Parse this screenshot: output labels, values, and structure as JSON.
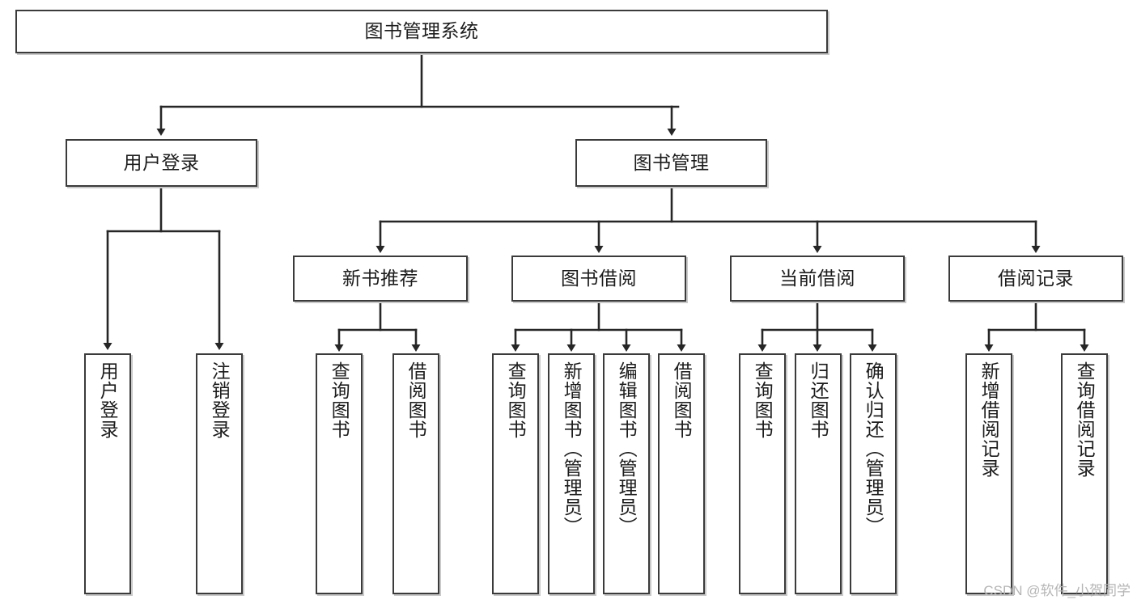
{
  "diagram": {
    "title": "图书管理系统",
    "type": "hierarchy-tree",
    "watermark": "CSDN @软件_小贺同学",
    "colors": {
      "box_border": "#3b3b3b",
      "box_fill": "#ffffff",
      "box_shadow": "#c9c9c9",
      "edge": "#262626",
      "text": "#1c1c1c",
      "watermark": "#b5b5b5",
      "background": "#ffffff"
    },
    "levels": [
      {
        "level": 1,
        "nodes": [
          {
            "id": "root",
            "label": "图书管理系统",
            "orientation": "horizontal"
          }
        ]
      },
      {
        "level": 2,
        "nodes": [
          {
            "id": "login",
            "label": "用户登录",
            "orientation": "horizontal",
            "parent": "root"
          },
          {
            "id": "bookmgmt",
            "label": "图书管理",
            "orientation": "horizontal",
            "parent": "root"
          }
        ]
      },
      {
        "level": 3,
        "nodes": [
          {
            "id": "newbook",
            "label": "新书推荐",
            "orientation": "horizontal",
            "parent": "bookmgmt"
          },
          {
            "id": "borrow",
            "label": "图书借阅",
            "orientation": "horizontal",
            "parent": "bookmgmt"
          },
          {
            "id": "current",
            "label": "当前借阅",
            "orientation": "horizontal",
            "parent": "bookmgmt"
          },
          {
            "id": "record",
            "label": "借阅记录",
            "orientation": "horizontal",
            "parent": "bookmgmt"
          }
        ]
      },
      {
        "level": 4,
        "nodes": [
          {
            "id": "leaf1",
            "label": "用户登录",
            "orientation": "vertical",
            "parent": "login"
          },
          {
            "id": "leaf2",
            "label": "注销登录",
            "orientation": "vertical",
            "parent": "login"
          },
          {
            "id": "leaf3",
            "label": "查询图书",
            "orientation": "vertical",
            "parent": "newbook"
          },
          {
            "id": "leaf4",
            "label": "借阅图书",
            "orientation": "vertical",
            "parent": "newbook"
          },
          {
            "id": "leaf5",
            "label": "查询图书",
            "orientation": "vertical",
            "parent": "borrow"
          },
          {
            "id": "leaf6",
            "label": "新增图书（管理员）",
            "orientation": "vertical",
            "parent": "borrow"
          },
          {
            "id": "leaf7",
            "label": "编辑图书（管理员）",
            "orientation": "vertical",
            "parent": "borrow"
          },
          {
            "id": "leaf8",
            "label": "借阅图书",
            "orientation": "vertical",
            "parent": "borrow"
          },
          {
            "id": "leaf9",
            "label": "查询图书",
            "orientation": "vertical",
            "parent": "current"
          },
          {
            "id": "leaf10",
            "label": "归还图书",
            "orientation": "vertical",
            "parent": "current"
          },
          {
            "id": "leaf11",
            "label": "确认归还（管理员）",
            "orientation": "vertical",
            "parent": "current"
          },
          {
            "id": "leaf12",
            "label": "新增借阅记录",
            "orientation": "vertical",
            "parent": "record"
          },
          {
            "id": "leaf13",
            "label": "查询借阅记录",
            "orientation": "vertical",
            "parent": "record"
          }
        ]
      }
    ]
  }
}
